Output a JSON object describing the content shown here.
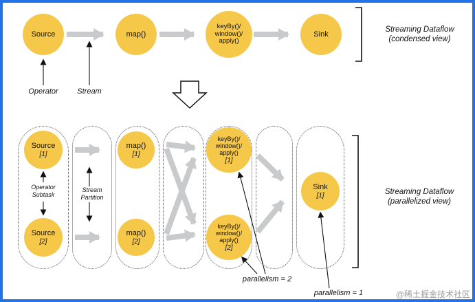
{
  "colors": {
    "frame_blue": "#2273e8",
    "node_yellow": "#f6c84a",
    "arrow_gray": "#c8cacc",
    "watermark_gray": "#9b9b9b"
  },
  "condensed": {
    "nodes": {
      "source": {
        "label": "Source"
      },
      "map": {
        "label": "map()"
      },
      "keyby": {
        "label": "keyBy()/\nwindow()/\napply()"
      },
      "sink": {
        "label": "Sink"
      }
    },
    "bracket_label": "Streaming Dataflow\n(condensed view)"
  },
  "annotations": {
    "operator": "Operator",
    "stream": "Stream",
    "operator_subtask": "Operator\nSubtask",
    "stream_partition": "Stream\nPartition",
    "parallelism_2": "parallelism = 2",
    "parallelism_1": "parallelism = 1"
  },
  "parallel": {
    "nodes": {
      "source1": {
        "label": "Source",
        "sub": "[1]"
      },
      "source2": {
        "label": "Source",
        "sub": "[2]"
      },
      "map1": {
        "label": "map()",
        "sub": "[1]"
      },
      "map2": {
        "label": "map()",
        "sub": "[2]"
      },
      "keyby1": {
        "label": "keyBy()/\nwindow()/\napply()",
        "sub": "[1]"
      },
      "keyby2": {
        "label": "keyBy()/\nwindow()/\napply()",
        "sub": "[2]"
      },
      "sink1": {
        "label": "Sink",
        "sub": "[1]"
      }
    },
    "bracket_label": "Streaming Dataflow\n(parallelized view)"
  },
  "watermark": "@稀土掘金技术社区"
}
